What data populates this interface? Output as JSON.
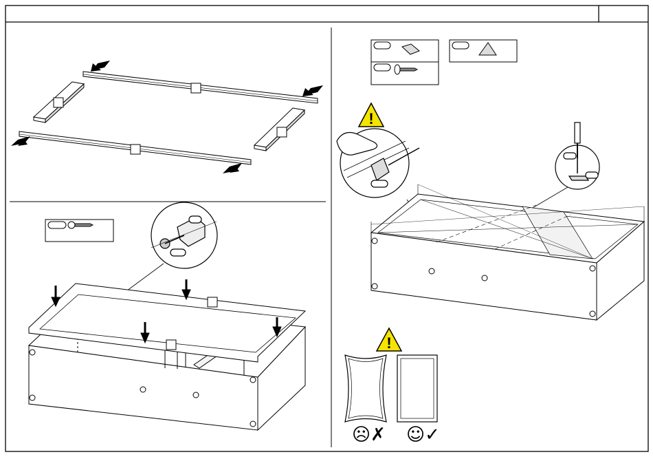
{
  "header": {
    "title": "",
    "page_number": ""
  },
  "steps": [
    {
      "id": "rails-layout",
      "part_labels": [
        "",
        "",
        "",
        ""
      ]
    },
    {
      "id": "frame-assembly",
      "part_labels": [
        "",
        ""
      ],
      "parts_box": [
        ""
      ]
    },
    {
      "id": "corner-block-fixing",
      "parts_box": [
        "",
        "",
        ""
      ]
    }
  ],
  "warnings": [
    {
      "id": "warning-top",
      "symbol": "!"
    },
    {
      "id": "warning-bottom",
      "symbol": "!"
    }
  ],
  "comparison": {
    "wrong_symbol": "☹✗",
    "right_symbol": "☺✓"
  },
  "colors": {
    "line": "#000000",
    "warning_fill": "#f5e400",
    "paper": "#ffffff"
  }
}
